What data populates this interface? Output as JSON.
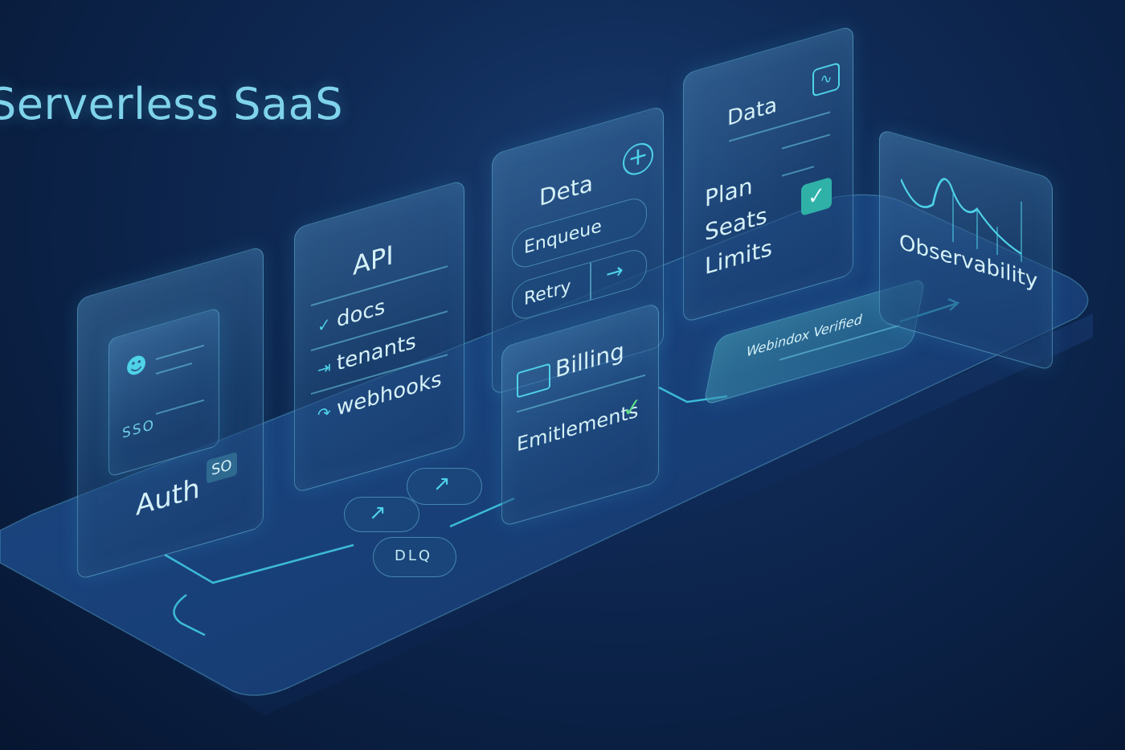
{
  "title": "Serverless SaaS",
  "auth": {
    "label": "Auth",
    "badge": "SO",
    "sso_text": "SSO"
  },
  "api": {
    "title": "API",
    "items": [
      "docs",
      "tenants",
      "webhooks"
    ]
  },
  "queue": {
    "title": "Deta",
    "items": [
      "Enqueue",
      "Retry"
    ]
  },
  "billing": {
    "title": "Billing",
    "entitlements": "Emitlements"
  },
  "data": {
    "title": "Data",
    "items": [
      "Plan",
      "Seats",
      "Limits"
    ]
  },
  "webhook": {
    "label": "Webindox Verified"
  },
  "observability": {
    "label": "Observability"
  },
  "pills": {
    "dlq": "DLQ"
  },
  "colors": {
    "accent": "#4fd2e8",
    "check": "#5ee08a",
    "background": "#0f2a55"
  }
}
